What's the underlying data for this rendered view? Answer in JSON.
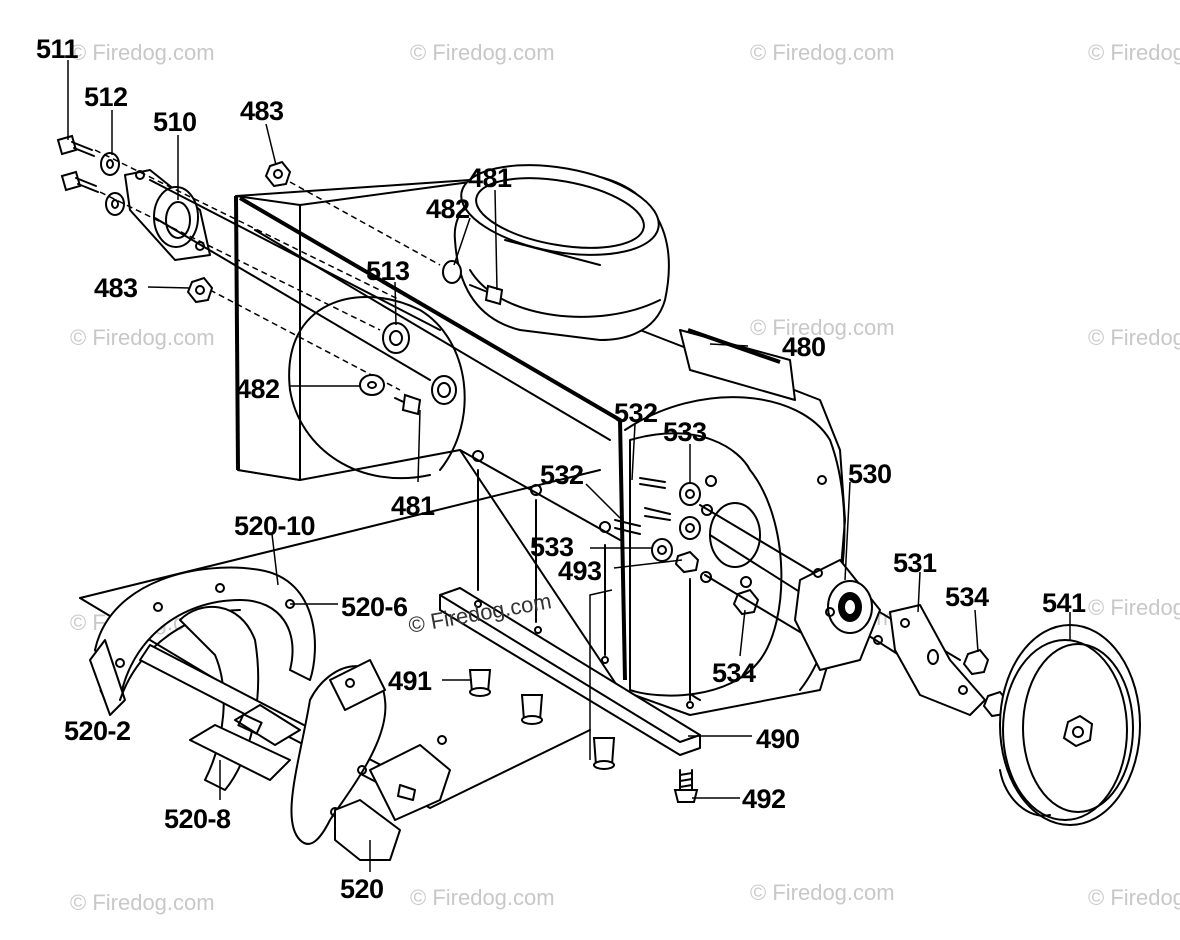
{
  "labels": {
    "p511": "511",
    "p512": "512",
    "p510": "510",
    "p483_top": "483",
    "p481_top": "481",
    "p482_top": "482",
    "p513": "513",
    "p483_left": "483",
    "p480": "480",
    "p482_left": "482",
    "p481_bottom": "481",
    "p532_top": "532",
    "p533_top": "533",
    "p532_mid": "532",
    "p530": "530",
    "p520_10": "520-10",
    "p533_mid": "533",
    "p493": "493",
    "p531": "531",
    "p520_6": "520-6",
    "p534_right": "534",
    "p541": "541",
    "p491": "491",
    "p534_mid": "534",
    "p520_2": "520-2",
    "p490": "490",
    "p520_8": "520-8",
    "p492": "492",
    "p520": "520"
  },
  "watermark": {
    "text": "© Firedog.com"
  },
  "colors": {
    "line": "#000000",
    "background": "#ffffff",
    "watermark": "#c8c8c8"
  }
}
